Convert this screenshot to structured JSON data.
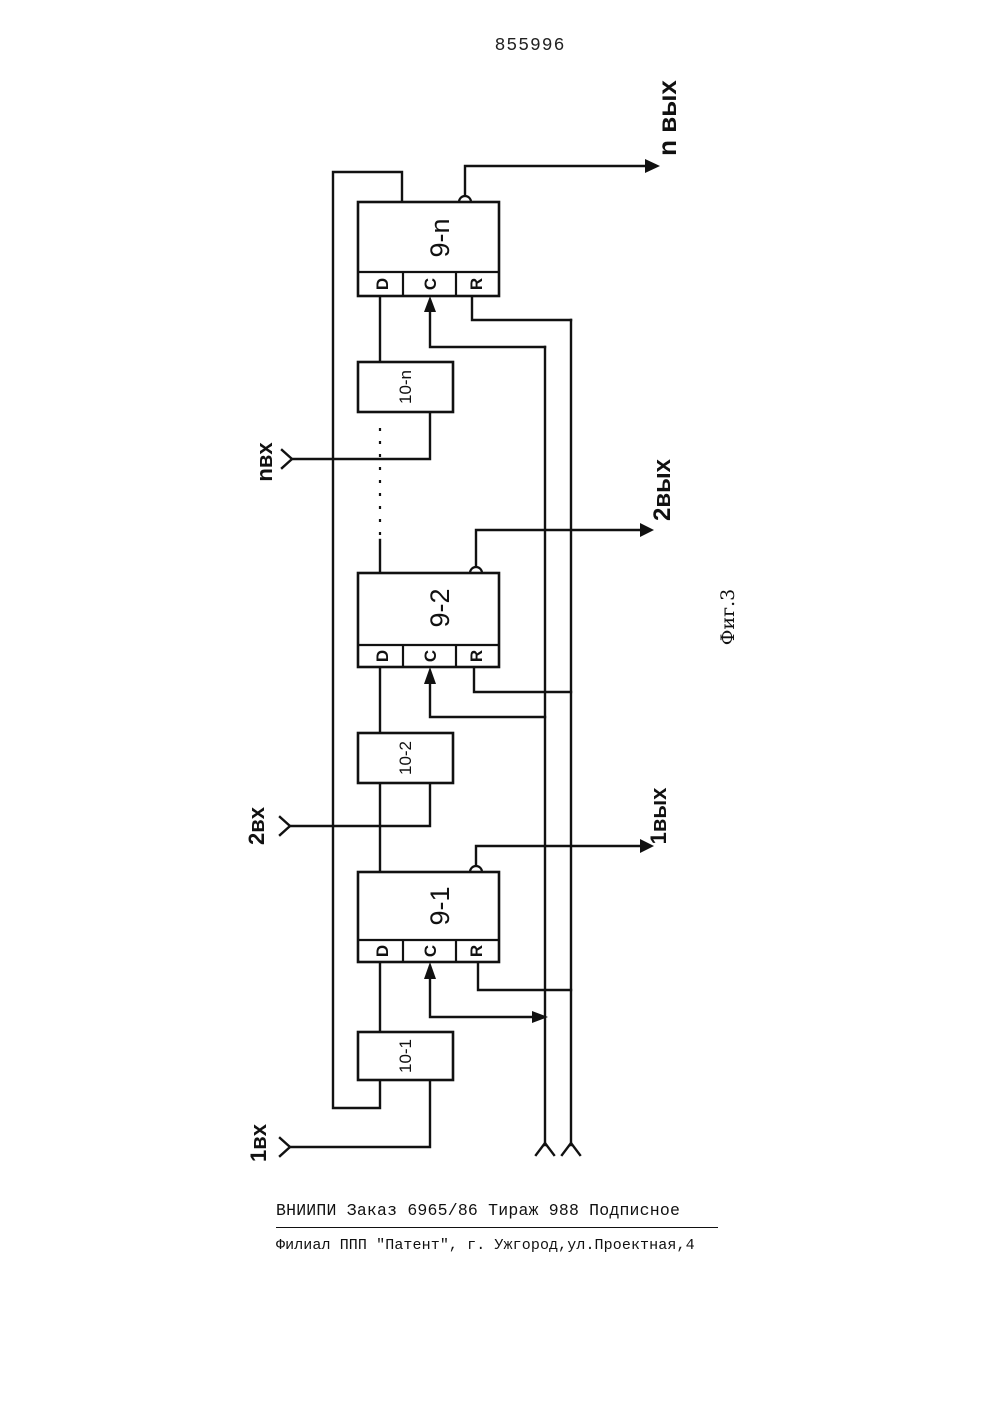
{
  "header": {
    "page_number": "855996"
  },
  "diagram": {
    "triggers": [
      {
        "label": "9-1",
        "pins": [
          "D",
          "C",
          "R"
        ]
      },
      {
        "label": "9-2",
        "pins": [
          "D",
          "C",
          "R"
        ]
      },
      {
        "label": "9-n",
        "pins": [
          "D",
          "C",
          "R"
        ]
      }
    ],
    "gates": [
      {
        "label": "10-1"
      },
      {
        "label": "10-2"
      },
      {
        "label": "10-n"
      }
    ],
    "inputs": [
      "1вх",
      "2вх",
      "nвх"
    ],
    "outputs": [
      "1вых",
      "2вых",
      "n вых"
    ],
    "figure_caption": "Фиг.3"
  },
  "footer": {
    "line1": "ВНИИПИ Заказ 6965/86 Тираж 988 Подписное",
    "line2": "Филиал ППП \"Патент\", г. Ужгород,ул.Проектная,4"
  }
}
